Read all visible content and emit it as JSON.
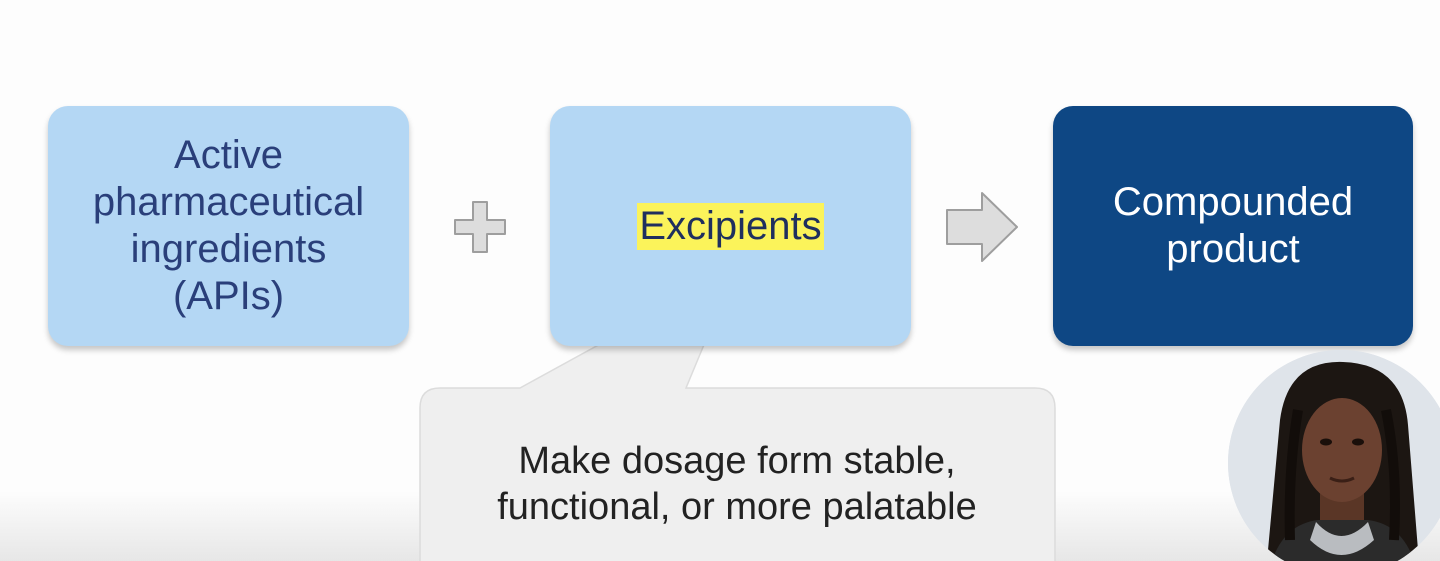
{
  "diagram": {
    "apis_box": {
      "label": "Active\npharmaceutical\ningredients\n(APIs)"
    },
    "excipients_box": {
      "label": "Excipients"
    },
    "product_box": {
      "label": "Compounded\nproduct"
    },
    "callout": {
      "text": "Make dosage form stable,\nfunctional, or more palatable"
    }
  },
  "icons": {
    "plus": "plus-icon",
    "arrow": "right-arrow-icon",
    "presenter": "presenter-avatar"
  },
  "colors": {
    "light_box": "#b4d7f4",
    "dark_box": "#0e4784",
    "highlight": "#fbf35a",
    "callout_fill": "#efefef"
  }
}
